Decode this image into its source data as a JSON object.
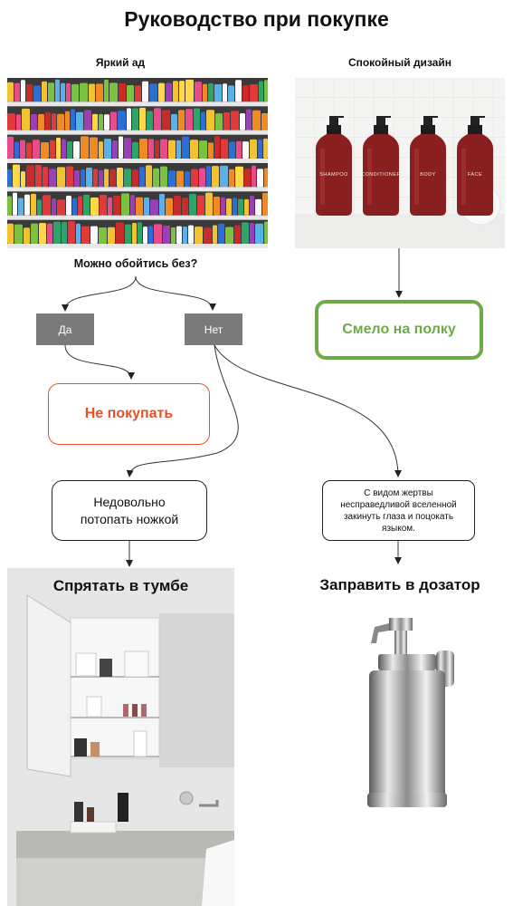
{
  "title": "Руководство при покупке",
  "left_column": {
    "heading": "Яркий ад",
    "image_icon": "supermarket-shelves-photo"
  },
  "right_column": {
    "heading": "Спокойный дизайн",
    "image_icon": "bottles-photo",
    "bottle_labels": [
      "SHAMPOO",
      "CONDITIONER",
      "BODY",
      "FACE"
    ]
  },
  "question": "Можно обойтись без?",
  "answers": {
    "yes": "Да",
    "no": "Нет"
  },
  "results": {
    "dont_buy": "Не покупать",
    "to_shelf": "Смело на полку",
    "stomp": "Недовольно потопать ножкой",
    "eye_roll": "С видом жертвы несправедливой вселенной закинуть глаза и поцокать языком."
  },
  "bottom": {
    "hide": "Спрятать в тумбе",
    "dispenser": "Заправить в дозатор",
    "cabinet_icon": "bathroom-cabinet-photo",
    "dispenser_icon": "soap-dispenser-photo"
  },
  "colors": {
    "red": "#e8502a",
    "green": "#6cab46",
    "gray_box": "#7a7a7a"
  }
}
